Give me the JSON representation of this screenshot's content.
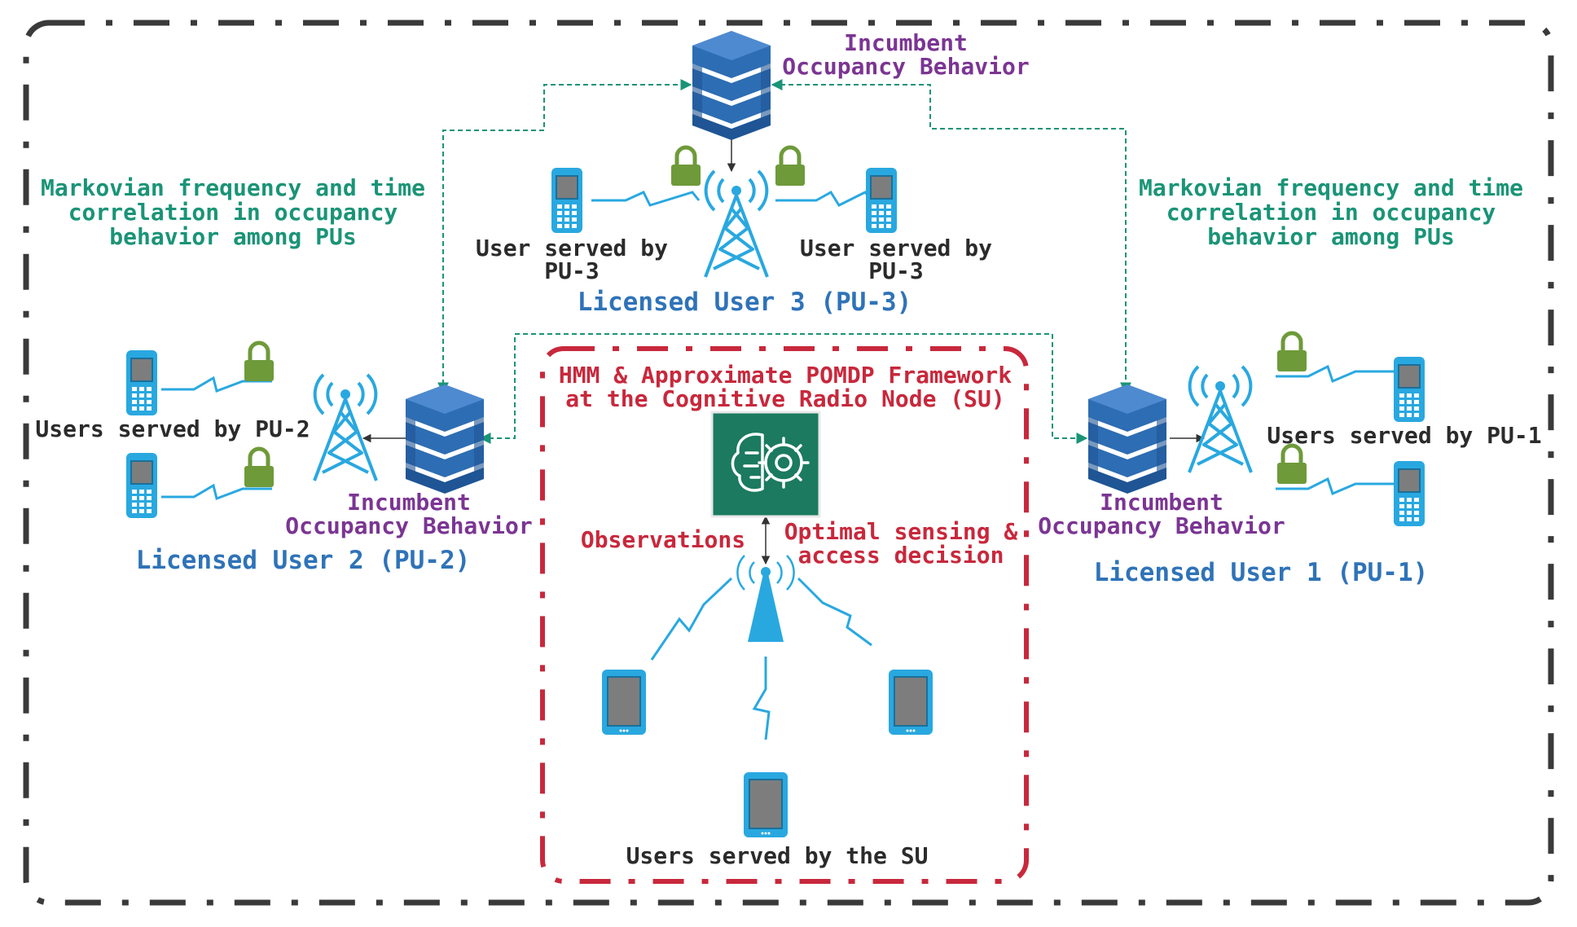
{
  "colors": {
    "outer_border": "#3a3a3a",
    "su_border": "#c8283c",
    "correlation_line": "#1a9477",
    "db_blue": "#2d6db3",
    "device_blue": "#29a8e0",
    "lock_green": "#6e9a3a",
    "ai_box": "#1b7a5f"
  },
  "icons": [
    "database-icon",
    "tower-icon",
    "phone-icon",
    "tablet-icon",
    "lock-icon",
    "lightning-icon",
    "brain-gear-icon",
    "antenna-icon"
  ],
  "pu3": {
    "behavior": [
      "Incumbent",
      "Occupancy Behavior"
    ],
    "users_left": [
      "User served by",
      "PU-3"
    ],
    "users_right": [
      "User served by",
      "PU-3"
    ],
    "title": "Licensed User 3 (PU-3)"
  },
  "pu2": {
    "users": "Users served by PU-2",
    "behavior": [
      "Incumbent",
      "Occupancy Behavior"
    ],
    "title": "Licensed User 2 (PU-2)"
  },
  "pu1": {
    "users": "Users served by PU-1",
    "behavior": [
      "Incumbent",
      "Occupancy Behavior"
    ],
    "title": "Licensed User 1 (PU-1)"
  },
  "correlation_left": [
    "Markovian frequency and time",
    "correlation in occupancy",
    "behavior among PUs"
  ],
  "correlation_right": [
    "Markovian frequency and time",
    "correlation in occupancy",
    "behavior among PUs"
  ],
  "su": {
    "framework": [
      "HMM & Approximate POMDP Framework",
      "at the Cognitive Radio Node (SU)"
    ],
    "observations": "Observations",
    "decision": [
      "Optimal sensing &",
      "access decision"
    ],
    "users": "Users served by the SU"
  }
}
